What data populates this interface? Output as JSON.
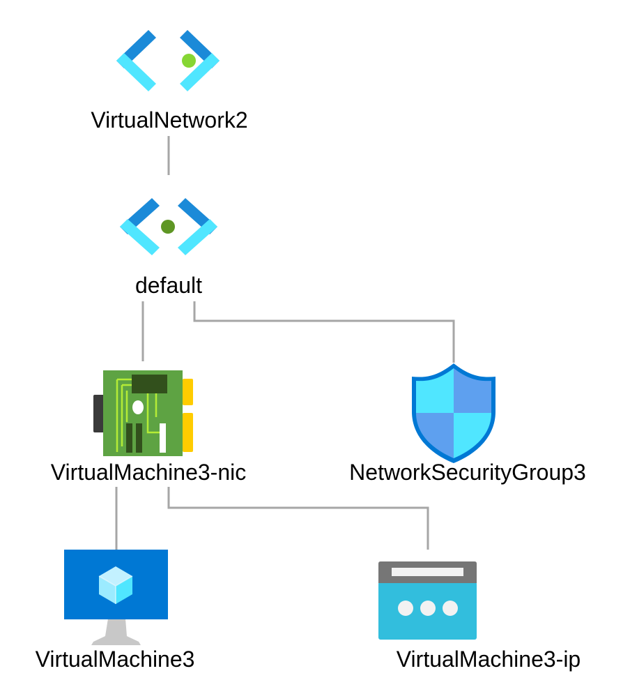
{
  "nodes": {
    "vnet": {
      "label": "VirtualNetwork2",
      "icon": "virtual-network-icon"
    },
    "subnet": {
      "label": "default",
      "icon": "subnet-icon"
    },
    "nic": {
      "label": "VirtualMachine3-nic",
      "icon": "network-interface-icon"
    },
    "nsg": {
      "label": "NetworkSecurityGroup3",
      "icon": "network-security-group-icon"
    },
    "vm": {
      "label": "VirtualMachine3",
      "icon": "virtual-machine-icon"
    },
    "pip": {
      "label": "VirtualMachine3-ip",
      "icon": "public-ip-icon"
    }
  },
  "edges": [
    {
      "from": "vnet",
      "to": "subnet"
    },
    {
      "from": "subnet",
      "to": "nic"
    },
    {
      "from": "subnet",
      "to": "nsg"
    },
    {
      "from": "nic",
      "to": "vm"
    },
    {
      "from": "nic",
      "to": "pip"
    }
  ],
  "colors": {
    "connector": "#a6a6a6",
    "vnet_dark_blue": "#1b8ad8",
    "vnet_light_blue": "#50e6ff",
    "vnet_dot_green": "#86d633",
    "subnet_dot_green": "#5e9624",
    "nic_board": "#5ea343",
    "nic_chip": "#32501c",
    "nic_trace": "#b4ec36",
    "nic_connector": "#ffcc00",
    "nic_bracket": "#3a3a3a",
    "shield_outline": "#0078d4",
    "shield_light": "#50e6ff",
    "shield_mid": "#5ea0ef",
    "vm_screen": "#0078d4",
    "vm_stand": "#c8c8c8",
    "cube_light": "#9cebff",
    "pip_header": "#767676",
    "pip_body": "#32bedd"
  }
}
